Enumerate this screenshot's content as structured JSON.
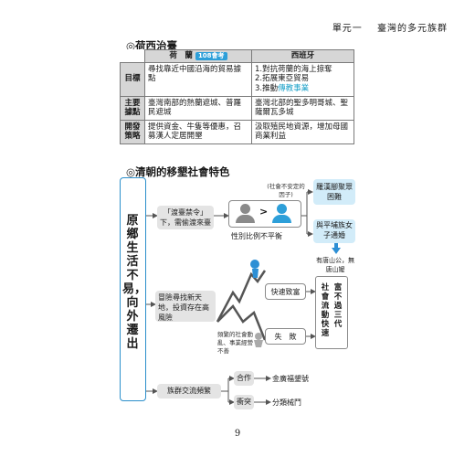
{
  "header": {
    "unit": "單元一",
    "title": "臺灣的多元族群"
  },
  "section1": {
    "title": "◎荷西治臺",
    "col_dutch": "荷　蘭",
    "col_dutch_badge": "108會考",
    "col_spain": "西班牙",
    "rows": [
      {
        "head": "目標",
        "dutch": "尋找靠近中國沿海的貿易據點",
        "spain": [
          "1.對抗荷蘭的海上掠奪",
          "2.拓展東亞貿易",
          "3.推動傳教事業"
        ]
      },
      {
        "head": "主要據點",
        "dutch": "臺灣南部的熱蘭遮城、普羅民遮城",
        "spain": "臺灣北部的聖多明哥城、聖薩爾瓦多城"
      },
      {
        "head": "開發策略",
        "dutch": "提供資金、牛隻等優惠，召募漢人定居開墾",
        "spain": "汲取殖民地資源，增加母國商業利益"
      }
    ]
  },
  "section2": {
    "title": "◎清朝的移墾社會特色",
    "main_box": "原鄉生活不易，向外遷出",
    "ban": "「渡臺禁令」下，需偷渡來臺",
    "gender": "性別比例不平衡",
    "note_social": "(社會不安定的因子)",
    "luohan": "羅漢腳聚眾困難",
    "intermarry": "與平埔族女子通婚",
    "no_mother": "有唐山公，無唐山嬤",
    "risk": "冒險尋找新天地，投資存在高風險",
    "rich": "快速致富",
    "fail": "失　敗",
    "mobility_note": "頻繁的社會動亂、事業經營不善",
    "mobility": "富不過三代",
    "mobility2": "社會流動快速",
    "ethnic": "族群交流頻繁",
    "coop": "合作",
    "coop_result": "金廣福墾號",
    "conflict": "衝突",
    "conflict_result": "分類械鬥"
  },
  "footer": {
    "page": "9"
  }
}
